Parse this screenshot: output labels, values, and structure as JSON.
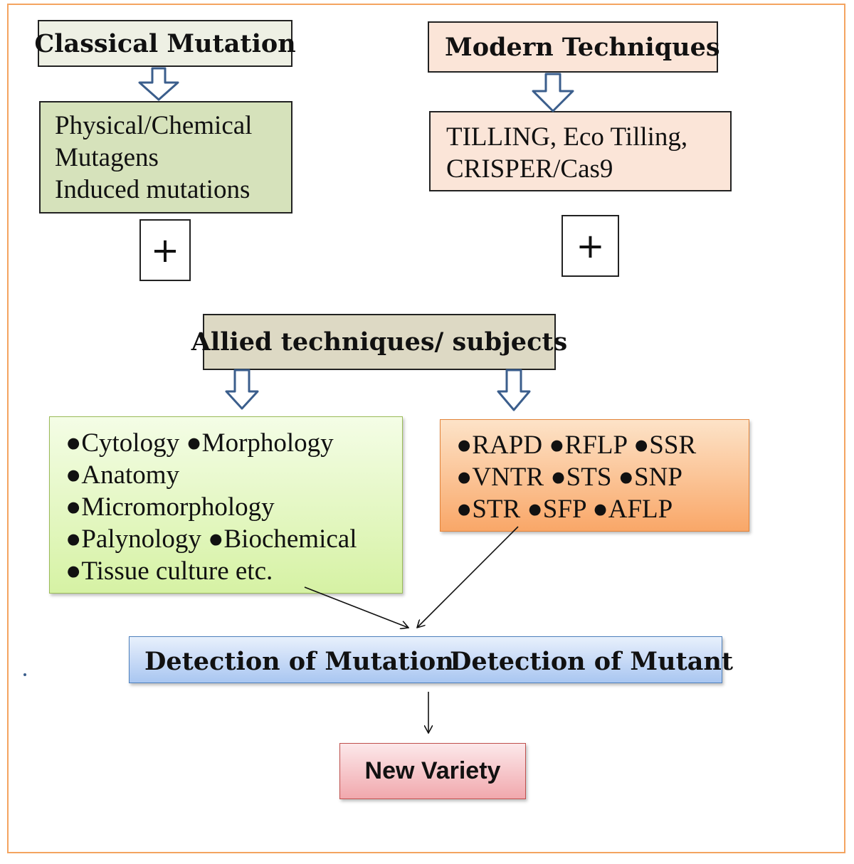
{
  "colors": {
    "frame_border": "#f4a460",
    "classical_title_bg": "#eef0e4",
    "classical_body_bg": "#d6e2bb",
    "modern_bg": "#fbe5d8",
    "allied_bg": "#ddd9c4",
    "green_list_top": "#f4fde6",
    "green_list_bottom": "#d6f2a4",
    "orange_list_top": "#fde3c8",
    "orange_list_bottom": "#f9a768",
    "detection_top": "#e8f0fc",
    "detection_bottom": "#a9c6f1",
    "new_variety_top": "#fce8ea",
    "new_variety_bottom": "#f1a8ad",
    "hollow_arrow": "#3b5e8c"
  },
  "classical": {
    "title": "Classical Mutation",
    "body_lines": [
      "Physical/Chemical",
      "Mutagens",
      "Induced mutations"
    ]
  },
  "modern": {
    "title": "Modern Techniques",
    "body_lines": [
      "TILLING, Eco Tilling,",
      "CRISPER/Cas9"
    ]
  },
  "plus_symbol": "+",
  "allied": {
    "title": "Allied techniques/ subjects"
  },
  "subjects": {
    "lines": [
      "●Cytology ●Morphology",
      "●Anatomy",
      "●Micromorphology",
      "●Palynology ●Biochemical",
      "●Tissue culture  etc."
    ]
  },
  "markers": {
    "lines": [
      "●RAPD ●RFLP ●SSR",
      "●VNTR ●STS ●SNP",
      "●STR ●SFP ●AFLP"
    ]
  },
  "detection": {
    "mutation": "Detection of Mutation",
    "mutant": "Detection of Mutant"
  },
  "result": {
    "label": "New Variety"
  }
}
